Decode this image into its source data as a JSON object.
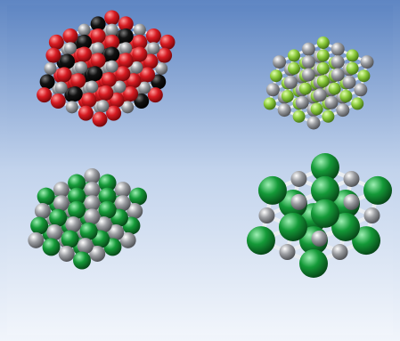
{
  "scene": {
    "colors": {
      "background_top": "#5f86c3",
      "background_bottom": "#f1f5fb",
      "rod": "#e9edf1",
      "red_sphere": "#d81b22",
      "black_sphere": "#121212",
      "grey_sphere": "#9c9ea2",
      "light_green_sphere": "#8fce3e",
      "green_sphere": "#149a38"
    },
    "models": [
      {
        "name": "calcite-lattice-model",
        "sphere_colors": [
          "red_sphere",
          "black_sphere",
          "grey_sphere"
        ]
      },
      {
        "name": "fluorite-lattice-model",
        "sphere_colors": [
          "grey_sphere",
          "light_green_sphere"
        ]
      },
      {
        "name": "sodium-chloride-small-model",
        "sphere_colors": [
          "green_sphere",
          "grey_sphere"
        ]
      },
      {
        "name": "sodium-chloride-large-model",
        "sphere_colors": [
          "green_sphere",
          "grey_sphere"
        ]
      }
    ]
  }
}
